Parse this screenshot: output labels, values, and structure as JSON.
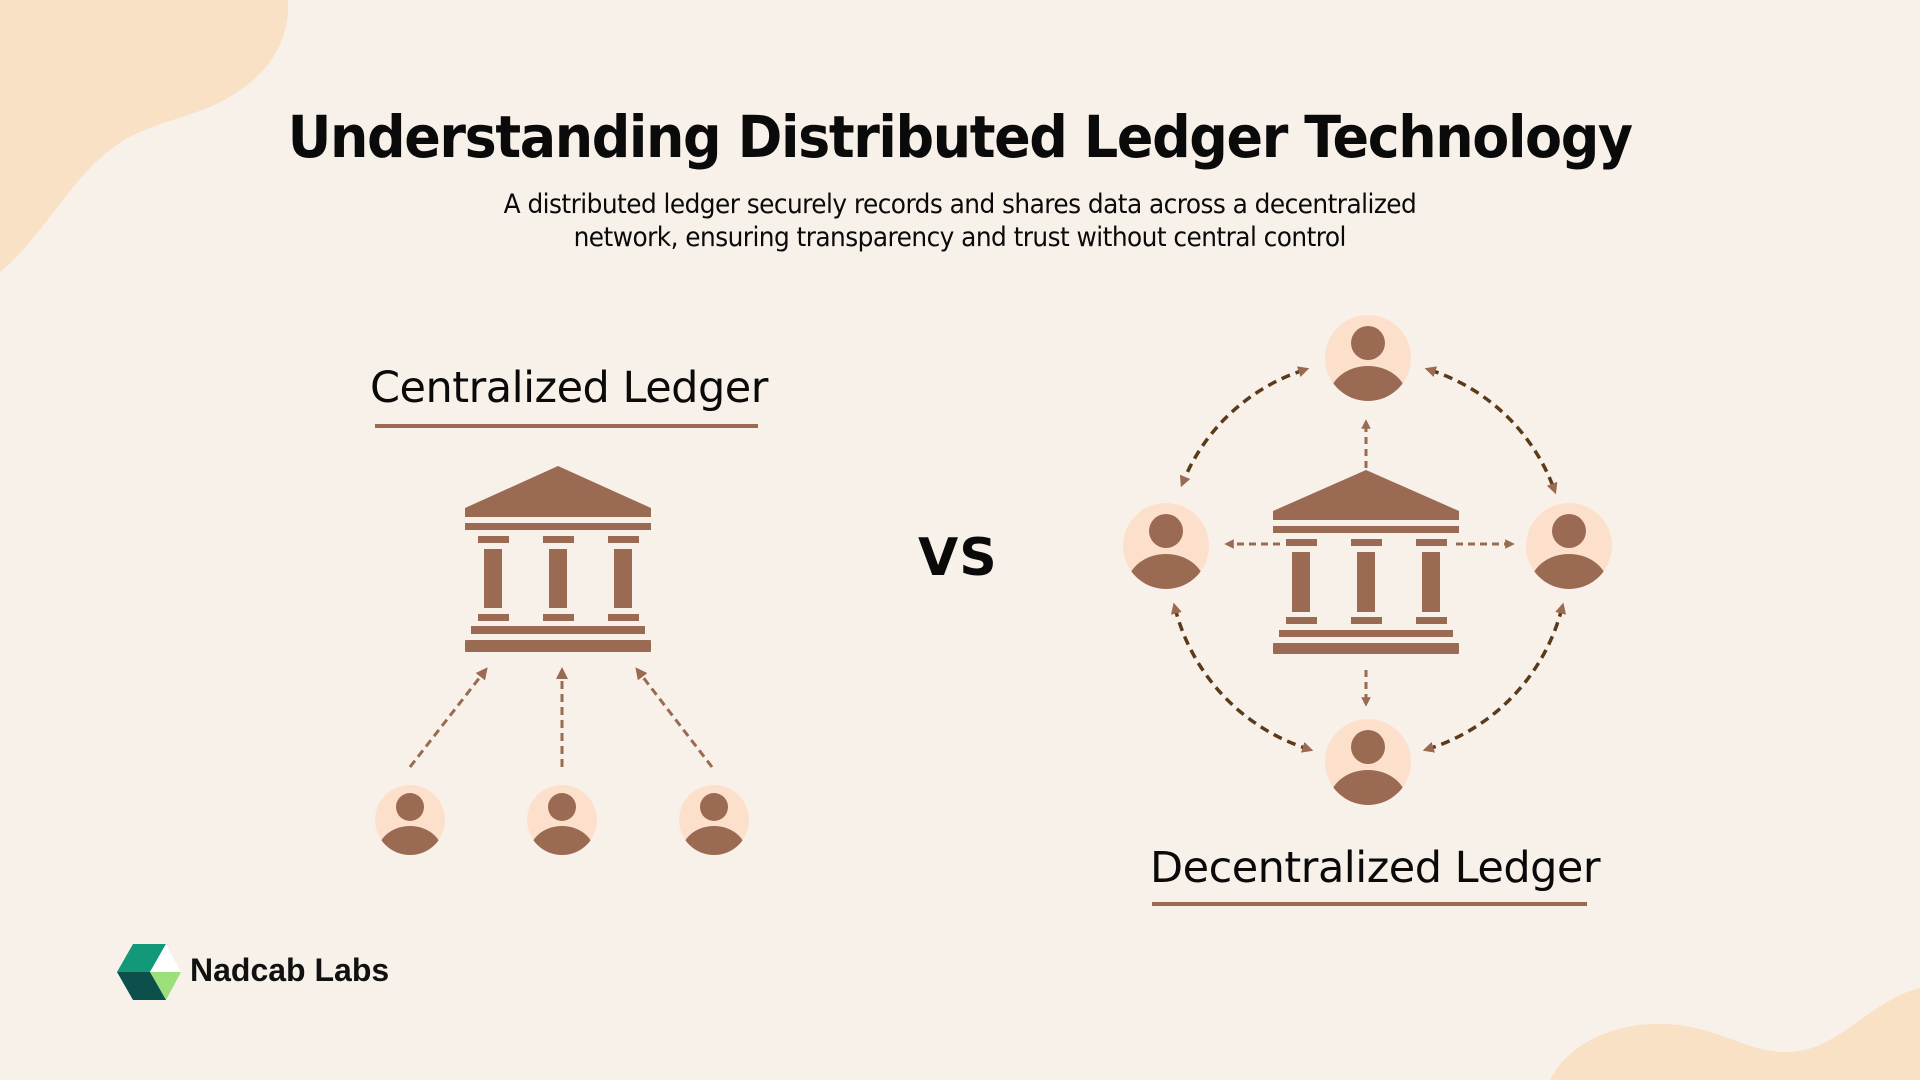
{
  "header": {
    "title": "Understanding Distributed Ledger Technology",
    "subtitle_line1": "A distributed ledger securely records and shares data across a decentralized",
    "subtitle_line2": "network, ensuring transparency and trust without central control"
  },
  "centralized": {
    "label": "Centralized Ledger",
    "hub_icon": "bank-icon",
    "nodes": [
      {
        "icon": "user-icon",
        "direction": "to-hub"
      },
      {
        "icon": "user-icon",
        "direction": "to-hub"
      },
      {
        "icon": "user-icon",
        "direction": "to-hub"
      }
    ]
  },
  "comparison": {
    "label": "VS"
  },
  "decentralized": {
    "label": "Decentralized Ledger",
    "hub_icon": "bank-icon",
    "nodes": [
      {
        "position": "top",
        "icon": "user-icon"
      },
      {
        "position": "left",
        "icon": "user-icon"
      },
      {
        "position": "right",
        "icon": "user-icon"
      },
      {
        "position": "bottom",
        "icon": "user-icon"
      }
    ],
    "links": "hub-to-all, peer-to-peer ring"
  },
  "brand": {
    "name": "Nadcab Labs",
    "logo_icon": "hexagon-cube-logo"
  },
  "colors": {
    "background": "#f8f1ea",
    "blob": "#f9e1c6",
    "icon_brown": "#9a6a52",
    "user_circle": "#fde0cc",
    "ring_arrow": "#5b3a1a",
    "logo_teal": "#12997a",
    "logo_dark": "#0d4f4b",
    "logo_green": "#9ce07c"
  }
}
